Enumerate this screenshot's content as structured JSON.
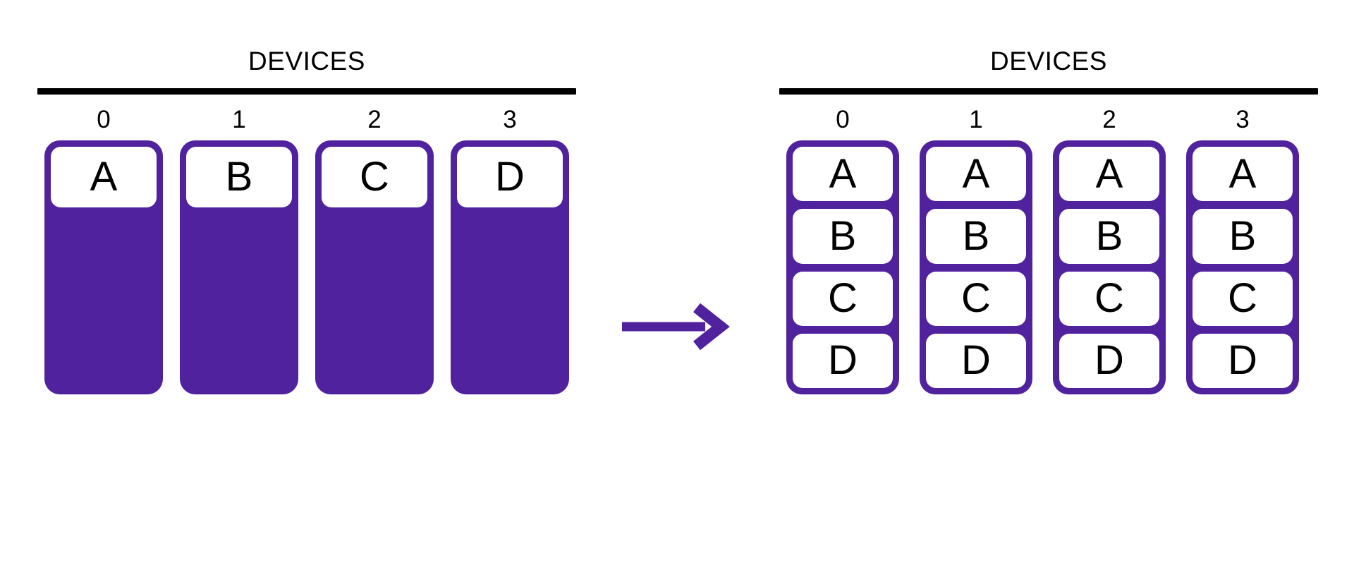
{
  "diagram": {
    "title_text": "DEVICES",
    "accent_color": "#50229D",
    "rule_color": "#000000",
    "background_color": "#FFFFFF",
    "transition_icon": "right-arrow-icon"
  },
  "left_panel": {
    "header": "DEVICES",
    "device_indices": [
      "0",
      "1",
      "2",
      "3"
    ],
    "devices": [
      {
        "index": "0",
        "shards": [
          "A"
        ]
      },
      {
        "index": "1",
        "shards": [
          "B"
        ]
      },
      {
        "index": "2",
        "shards": [
          "C"
        ]
      },
      {
        "index": "3",
        "shards": [
          "D"
        ]
      }
    ]
  },
  "right_panel": {
    "header": "DEVICES",
    "device_indices": [
      "0",
      "1",
      "2",
      "3"
    ],
    "devices": [
      {
        "index": "0",
        "shards": [
          "A",
          "B",
          "C",
          "D"
        ]
      },
      {
        "index": "1",
        "shards": [
          "A",
          "B",
          "C",
          "D"
        ]
      },
      {
        "index": "2",
        "shards": [
          "A",
          "B",
          "C",
          "D"
        ]
      },
      {
        "index": "3",
        "shards": [
          "A",
          "B",
          "C",
          "D"
        ]
      }
    ]
  }
}
